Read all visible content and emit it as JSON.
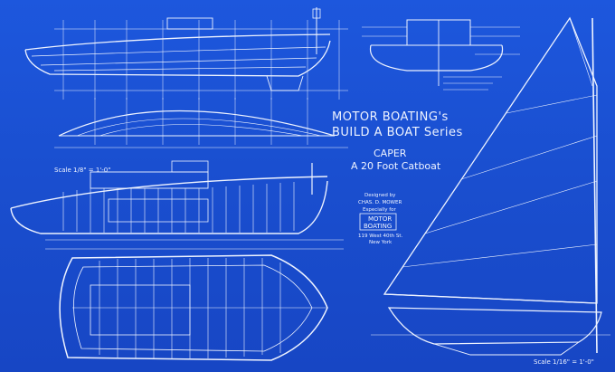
{
  "colors": {
    "background": "#1a4fd0",
    "ink": "#eef3ff"
  },
  "title": {
    "line1": "MOTOR BOATING's",
    "line2": "BUILD A BOAT Series",
    "boat_name": "CAPER",
    "boat_desc": "A 20 Foot Catboat"
  },
  "credits": {
    "designed_by": "Designed by",
    "designer": "CHAS. D. MOWER",
    "especially_for": "Especially for",
    "logo_line1": "MOTOR",
    "logo_line2": "BOATING",
    "address_line1": "119 West 40th St.",
    "address_line2": "New York"
  },
  "scales": {
    "hull_scale": "Scale 1/8\" = 1'-0\"",
    "sail_scale": "Scale 1/16\" = 1'-0\""
  }
}
